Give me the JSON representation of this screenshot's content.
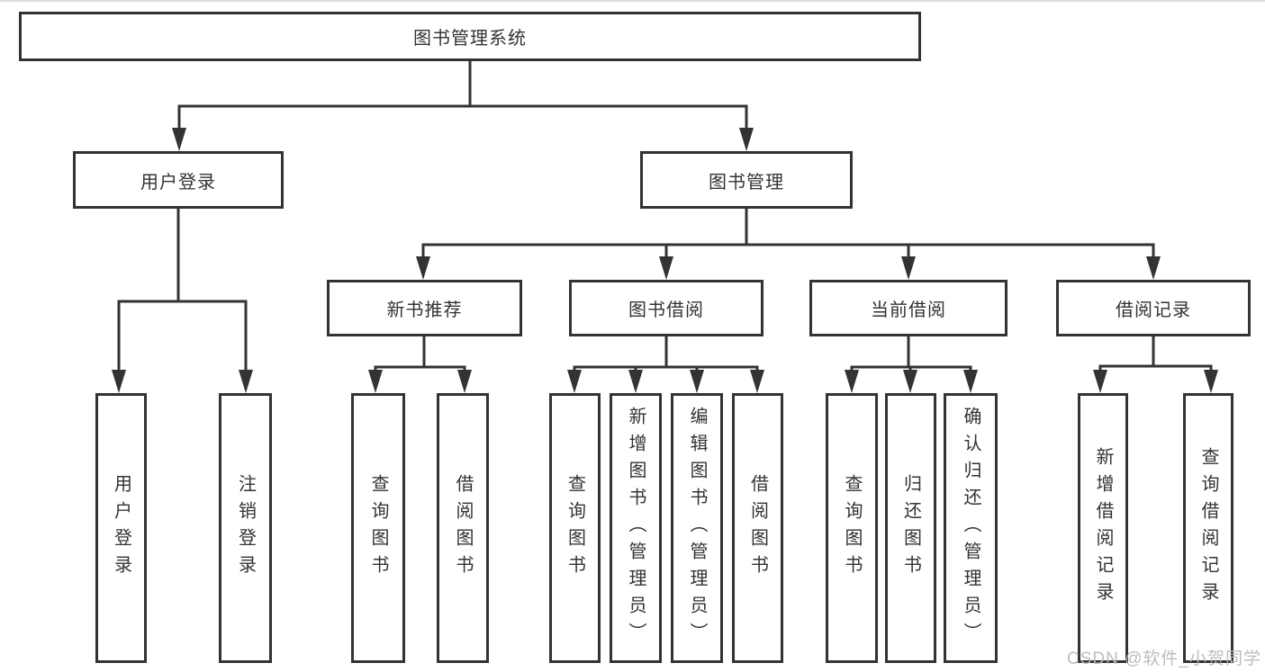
{
  "diagram": {
    "type": "tree-diagram",
    "title": "图书管理系统"
  },
  "hierarchy": {
    "label": "图书管理系统",
    "children": [
      {
        "label": "用户登录",
        "children": [
          {
            "label": "用户登录"
          },
          {
            "label": "注销登录"
          }
        ]
      },
      {
        "label": "图书管理",
        "children": [
          {
            "label": "新书推荐",
            "children": [
              {
                "label": "查询图书"
              },
              {
                "label": "借阅图书"
              }
            ]
          },
          {
            "label": "图书借阅",
            "children": [
              {
                "label": "查询图书"
              },
              {
                "label": "新增图书（管理员）"
              },
              {
                "label": "编辑图书（管理员）"
              },
              {
                "label": "借阅图书"
              }
            ]
          },
          {
            "label": "当前借阅",
            "children": [
              {
                "label": "查询图书"
              },
              {
                "label": "归还图书"
              },
              {
                "label": "确认归还（管理员）"
              }
            ]
          },
          {
            "label": "借阅记录",
            "children": [
              {
                "label": "新增借阅记录"
              },
              {
                "label": "查询借阅记录"
              }
            ]
          }
        ]
      }
    ]
  },
  "watermark": {
    "text": "CSDN @软件_小贺同学"
  },
  "colors": {
    "line": "#333333",
    "box_border": "#333333",
    "text": "#333333",
    "background": "#ffffff",
    "watermark": "#b9b9b9"
  }
}
